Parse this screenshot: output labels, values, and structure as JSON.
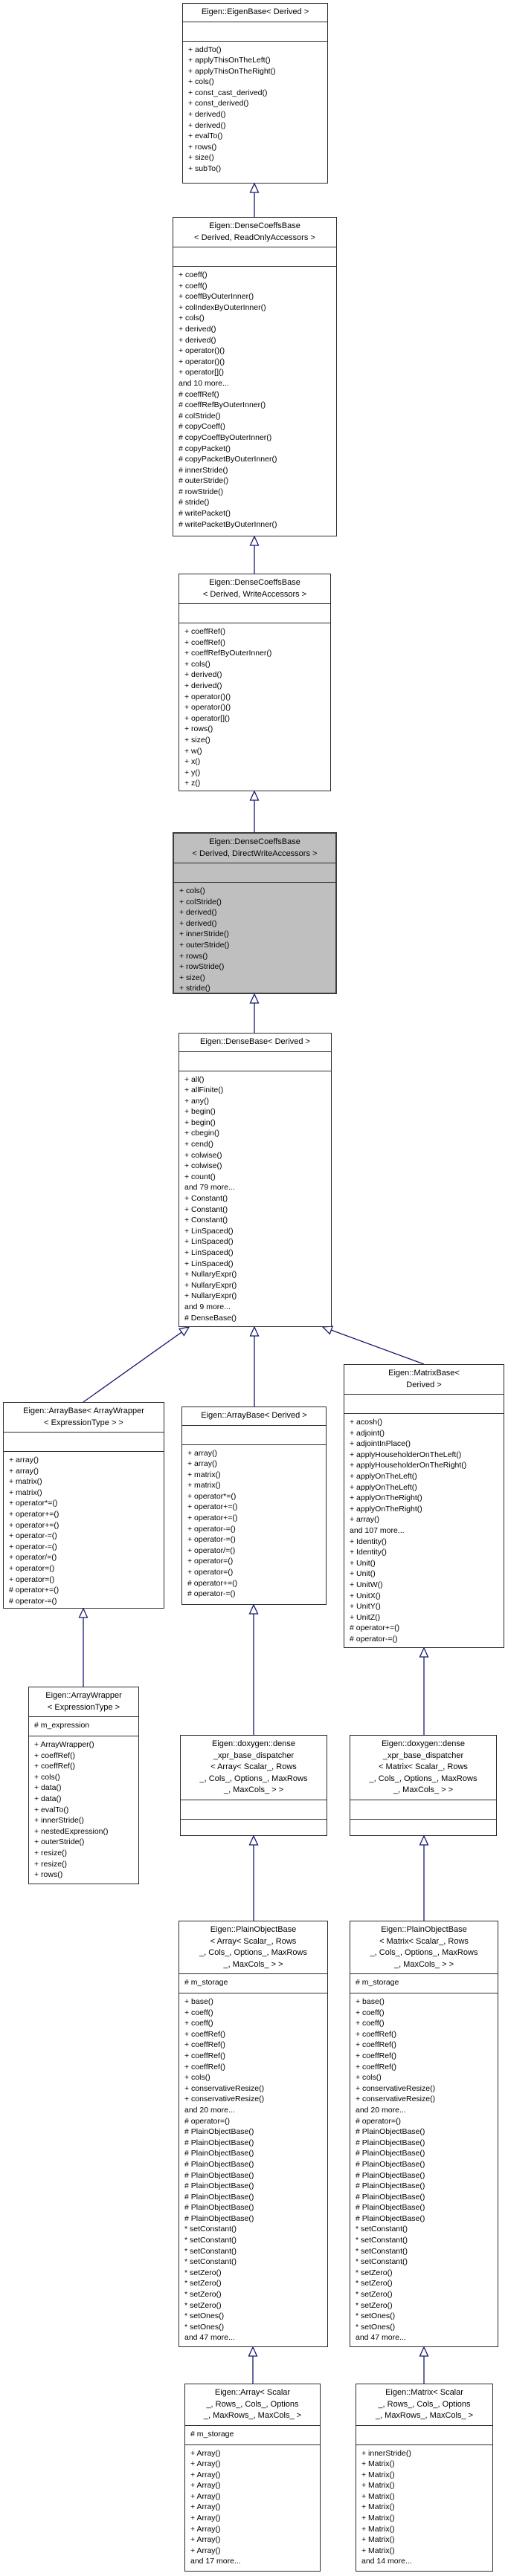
{
  "diagram": {
    "type": "uml-inheritance-diagram",
    "background_color": "#ffffff",
    "arrow_color": "#191970",
    "box_border_color": "#2b2b2b",
    "highlight_fill": "#bfbfbf",
    "highlighted_class": "Eigen::DenseCoeffsBase< Derived, DirectWriteAccessors >",
    "classes": [
      {
        "key": "eigenbase",
        "title": [
          "Eigen::EigenBase< Derived >"
        ],
        "attributes": [],
        "members": [
          "+ addTo()",
          "+ applyThisOnTheLeft()",
          "+ applyThisOnTheRight()",
          "+ cols()",
          "+ const_cast_derived()",
          "+ const_derived()",
          "+ derived()",
          "+ derived()",
          "+ evalTo()",
          "+ rows()",
          "+ size()",
          "+ subTo()"
        ],
        "highlighted": false
      },
      {
        "key": "dcb_ro",
        "title": [
          "Eigen::DenseCoeffsBase",
          "< Derived, ReadOnlyAccessors >"
        ],
        "attributes": [],
        "members": [
          "+ coeff()",
          "+ coeff()",
          "+ coeffByOuterInner()",
          "+ colIndexByOuterInner()",
          "+ cols()",
          "+ derived()",
          "+ derived()",
          "+ operator()()",
          "+ operator()()",
          "+ operator[]()",
          "and 10 more...",
          "# coeffRef()",
          "# coeffRefByOuterInner()",
          "# colStride()",
          "# copyCoeff()",
          "# copyCoeffByOuterInner()",
          "# copyPacket()",
          "# copyPacketByOuterInner()",
          "# innerStride()",
          "# outerStride()",
          "# rowStride()",
          "# stride()",
          "# writePacket()",
          "# writePacketByOuterInner()"
        ],
        "highlighted": false
      },
      {
        "key": "dcb_w",
        "title": [
          "Eigen::DenseCoeffsBase",
          "< Derived, WriteAccessors >"
        ],
        "attributes": [],
        "members": [
          "+ coeffRef()",
          "+ coeffRef()",
          "+ coeffRefByOuterInner()",
          "+ cols()",
          "+ derived()",
          "+ derived()",
          "+ operator()()",
          "+ operator()()",
          "+ operator[]()",
          "+ rows()",
          "+ size()",
          "+ w()",
          "+ x()",
          "+ y()",
          "+ z()"
        ],
        "highlighted": false
      },
      {
        "key": "dcb_dw",
        "title": [
          "Eigen::DenseCoeffsBase",
          "< Derived, DirectWriteAccessors >"
        ],
        "attributes": [],
        "members": [
          "+ cols()",
          "+ colStride()",
          "+ derived()",
          "+ derived()",
          "+ innerStride()",
          "+ outerStride()",
          "+ rows()",
          "+ rowStride()",
          "+ size()",
          "+ stride()"
        ],
        "highlighted": true
      },
      {
        "key": "densebase",
        "title": [
          "Eigen::DenseBase< Derived >"
        ],
        "attributes": [],
        "members": [
          "+ all()",
          "+ allFinite()",
          "+ any()",
          "+ begin()",
          "+ begin()",
          "+ cbegin()",
          "+ cend()",
          "+ colwise()",
          "+ colwise()",
          "+ count()",
          "and 79 more...",
          "+ Constant()",
          "+ Constant()",
          "+ Constant()",
          "+ LinSpaced()",
          "+ LinSpaced()",
          "+ LinSpaced()",
          "+ LinSpaced()",
          "+ NullaryExpr()",
          "+ NullaryExpr()",
          "+ NullaryExpr()",
          "and 9 more...",
          "# DenseBase()"
        ],
        "highlighted": false
      },
      {
        "key": "ab_wrapper",
        "title": [
          "Eigen::ArrayBase< ArrayWrapper",
          "< ExpressionType > >"
        ],
        "attributes": [],
        "members": [
          "+ array()",
          "+ array()",
          "+ matrix()",
          "+ matrix()",
          "+ operator*=()",
          "+ operator+=()",
          "+ operator+=()",
          "+ operator-=()",
          "+ operator-=()",
          "+ operator/=()",
          "+ operator=()",
          "+ operator=()",
          "# operator+=()",
          "# operator-=()"
        ],
        "highlighted": false
      },
      {
        "key": "ab_derived",
        "title": [
          "Eigen::ArrayBase< Derived >"
        ],
        "attributes": [],
        "members": [
          "+ array()",
          "+ array()",
          "+ matrix()",
          "+ matrix()",
          "+ operator*=()",
          "+ operator+=()",
          "+ operator+=()",
          "+ operator-=()",
          "+ operator-=()",
          "+ operator/=()",
          "+ operator=()",
          "+ operator=()",
          "# operator+=()",
          "# operator-=()"
        ],
        "highlighted": false
      },
      {
        "key": "matrixbase",
        "title": [
          "Eigen::MatrixBase<",
          "Derived >"
        ],
        "attributes": [],
        "members": [
          "+ acosh()",
          "+ adjoint()",
          "+ adjointInPlace()",
          "+ applyHouseholderOnTheLeft()",
          "+ applyHouseholderOnTheRight()",
          "+ applyOnTheLeft()",
          "+ applyOnTheLeft()",
          "+ applyOnTheRight()",
          "+ applyOnTheRight()",
          "+ array()",
          "and 107 more...",
          "+ Identity()",
          "+ Identity()",
          "+ Unit()",
          "+ Unit()",
          "+ UnitW()",
          "+ UnitX()",
          "+ UnitY()",
          "+ UnitZ()",
          "# operator+=()",
          "# operator-=()"
        ],
        "highlighted": false
      },
      {
        "key": "arraywrapper",
        "title": [
          "Eigen::ArrayWrapper",
          "< ExpressionType >"
        ],
        "attributes": [
          "# m_expression"
        ],
        "members": [
          "+ ArrayWrapper()",
          "+ coeffRef()",
          "+ coeffRef()",
          "+ cols()",
          "+ data()",
          "+ data()",
          "+ evalTo()",
          "+ innerStride()",
          "+ nestedExpression()",
          "+ outerStride()",
          "+ resize()",
          "+ resize()",
          "+ rows()"
        ],
        "highlighted": false
      },
      {
        "key": "disp_array",
        "title": [
          "Eigen::doxygen::dense",
          "_xpr_base_dispatcher",
          "< Array< Scalar_, Rows",
          "_, Cols_, Options_, MaxRows",
          "_, MaxCols_ > >"
        ],
        "attributes": [],
        "members": [],
        "highlighted": false
      },
      {
        "key": "disp_matrix",
        "title": [
          "Eigen::doxygen::dense",
          "_xpr_base_dispatcher",
          "< Matrix< Scalar_, Rows",
          "_, Cols_, Options_, MaxRows",
          "_, MaxCols_ > >"
        ],
        "attributes": [],
        "members": [],
        "highlighted": false
      },
      {
        "key": "pob_array",
        "title": [
          "Eigen::PlainObjectBase",
          "< Array< Scalar_, Rows",
          "_, Cols_, Options_, MaxRows",
          "_, MaxCols_ > >"
        ],
        "attributes": [
          "# m_storage"
        ],
        "members": [
          "+ base()",
          "+ coeff()",
          "+ coeff()",
          "+ coeffRef()",
          "+ coeffRef()",
          "+ coeffRef()",
          "+ coeffRef()",
          "+ cols()",
          "+ conservativeResize()",
          "+ conservativeResize()",
          "and 20 more...",
          "# operator=()",
          "# PlainObjectBase()",
          "# PlainObjectBase()",
          "# PlainObjectBase()",
          "# PlainObjectBase()",
          "# PlainObjectBase()",
          "# PlainObjectBase()",
          "# PlainObjectBase()",
          "# PlainObjectBase()",
          "# PlainObjectBase()",
          "* setConstant()",
          "* setConstant()",
          "* setConstant()",
          "* setConstant()",
          "* setZero()",
          "* setZero()",
          "* setZero()",
          "* setZero()",
          "* setOnes()",
          "* setOnes()",
          "and 47 more..."
        ],
        "highlighted": false
      },
      {
        "key": "pob_matrix",
        "title": [
          "Eigen::PlainObjectBase",
          "< Matrix< Scalar_, Rows",
          "_, Cols_, Options_, MaxRows",
          "_, MaxCols_ > >"
        ],
        "attributes": [
          "# m_storage"
        ],
        "members": [
          "+ base()",
          "+ coeff()",
          "+ coeff()",
          "+ coeffRef()",
          "+ coeffRef()",
          "+ coeffRef()",
          "+ coeffRef()",
          "+ cols()",
          "+ conservativeResize()",
          "+ conservativeResize()",
          "and 20 more...",
          "# operator=()",
          "# PlainObjectBase()",
          "# PlainObjectBase()",
          "# PlainObjectBase()",
          "# PlainObjectBase()",
          "# PlainObjectBase()",
          "# PlainObjectBase()",
          "# PlainObjectBase()",
          "# PlainObjectBase()",
          "# PlainObjectBase()",
          "* setConstant()",
          "* setConstant()",
          "* setConstant()",
          "* setConstant()",
          "* setZero()",
          "* setZero()",
          "* setZero()",
          "* setZero()",
          "* setOnes()",
          "* setOnes()",
          "and 47 more..."
        ],
        "highlighted": false
      },
      {
        "key": "array",
        "title": [
          "Eigen::Array< Scalar",
          "_, Rows_, Cols_, Options",
          "_, MaxRows_, MaxCols_ >"
        ],
        "attributes": [
          "# m_storage"
        ],
        "members": [
          "+ Array()",
          "+ Array()",
          "+ Array()",
          "+ Array()",
          "+ Array()",
          "+ Array()",
          "+ Array()",
          "+ Array()",
          "+ Array()",
          "+ Array()",
          "and 17 more..."
        ],
        "highlighted": false
      },
      {
        "key": "matrix",
        "title": [
          "Eigen::Matrix< Scalar",
          "_, Rows_, Cols_, Options",
          "_, MaxRows_, MaxCols_ >"
        ],
        "attributes": [],
        "members": [
          "+ innerStride()",
          "+ Matrix()",
          "+ Matrix()",
          "+ Matrix()",
          "+ Matrix()",
          "+ Matrix()",
          "+ Matrix()",
          "+ Matrix()",
          "+ Matrix()",
          "+ Matrix()",
          "and 14 more..."
        ],
        "highlighted": false
      }
    ]
  }
}
